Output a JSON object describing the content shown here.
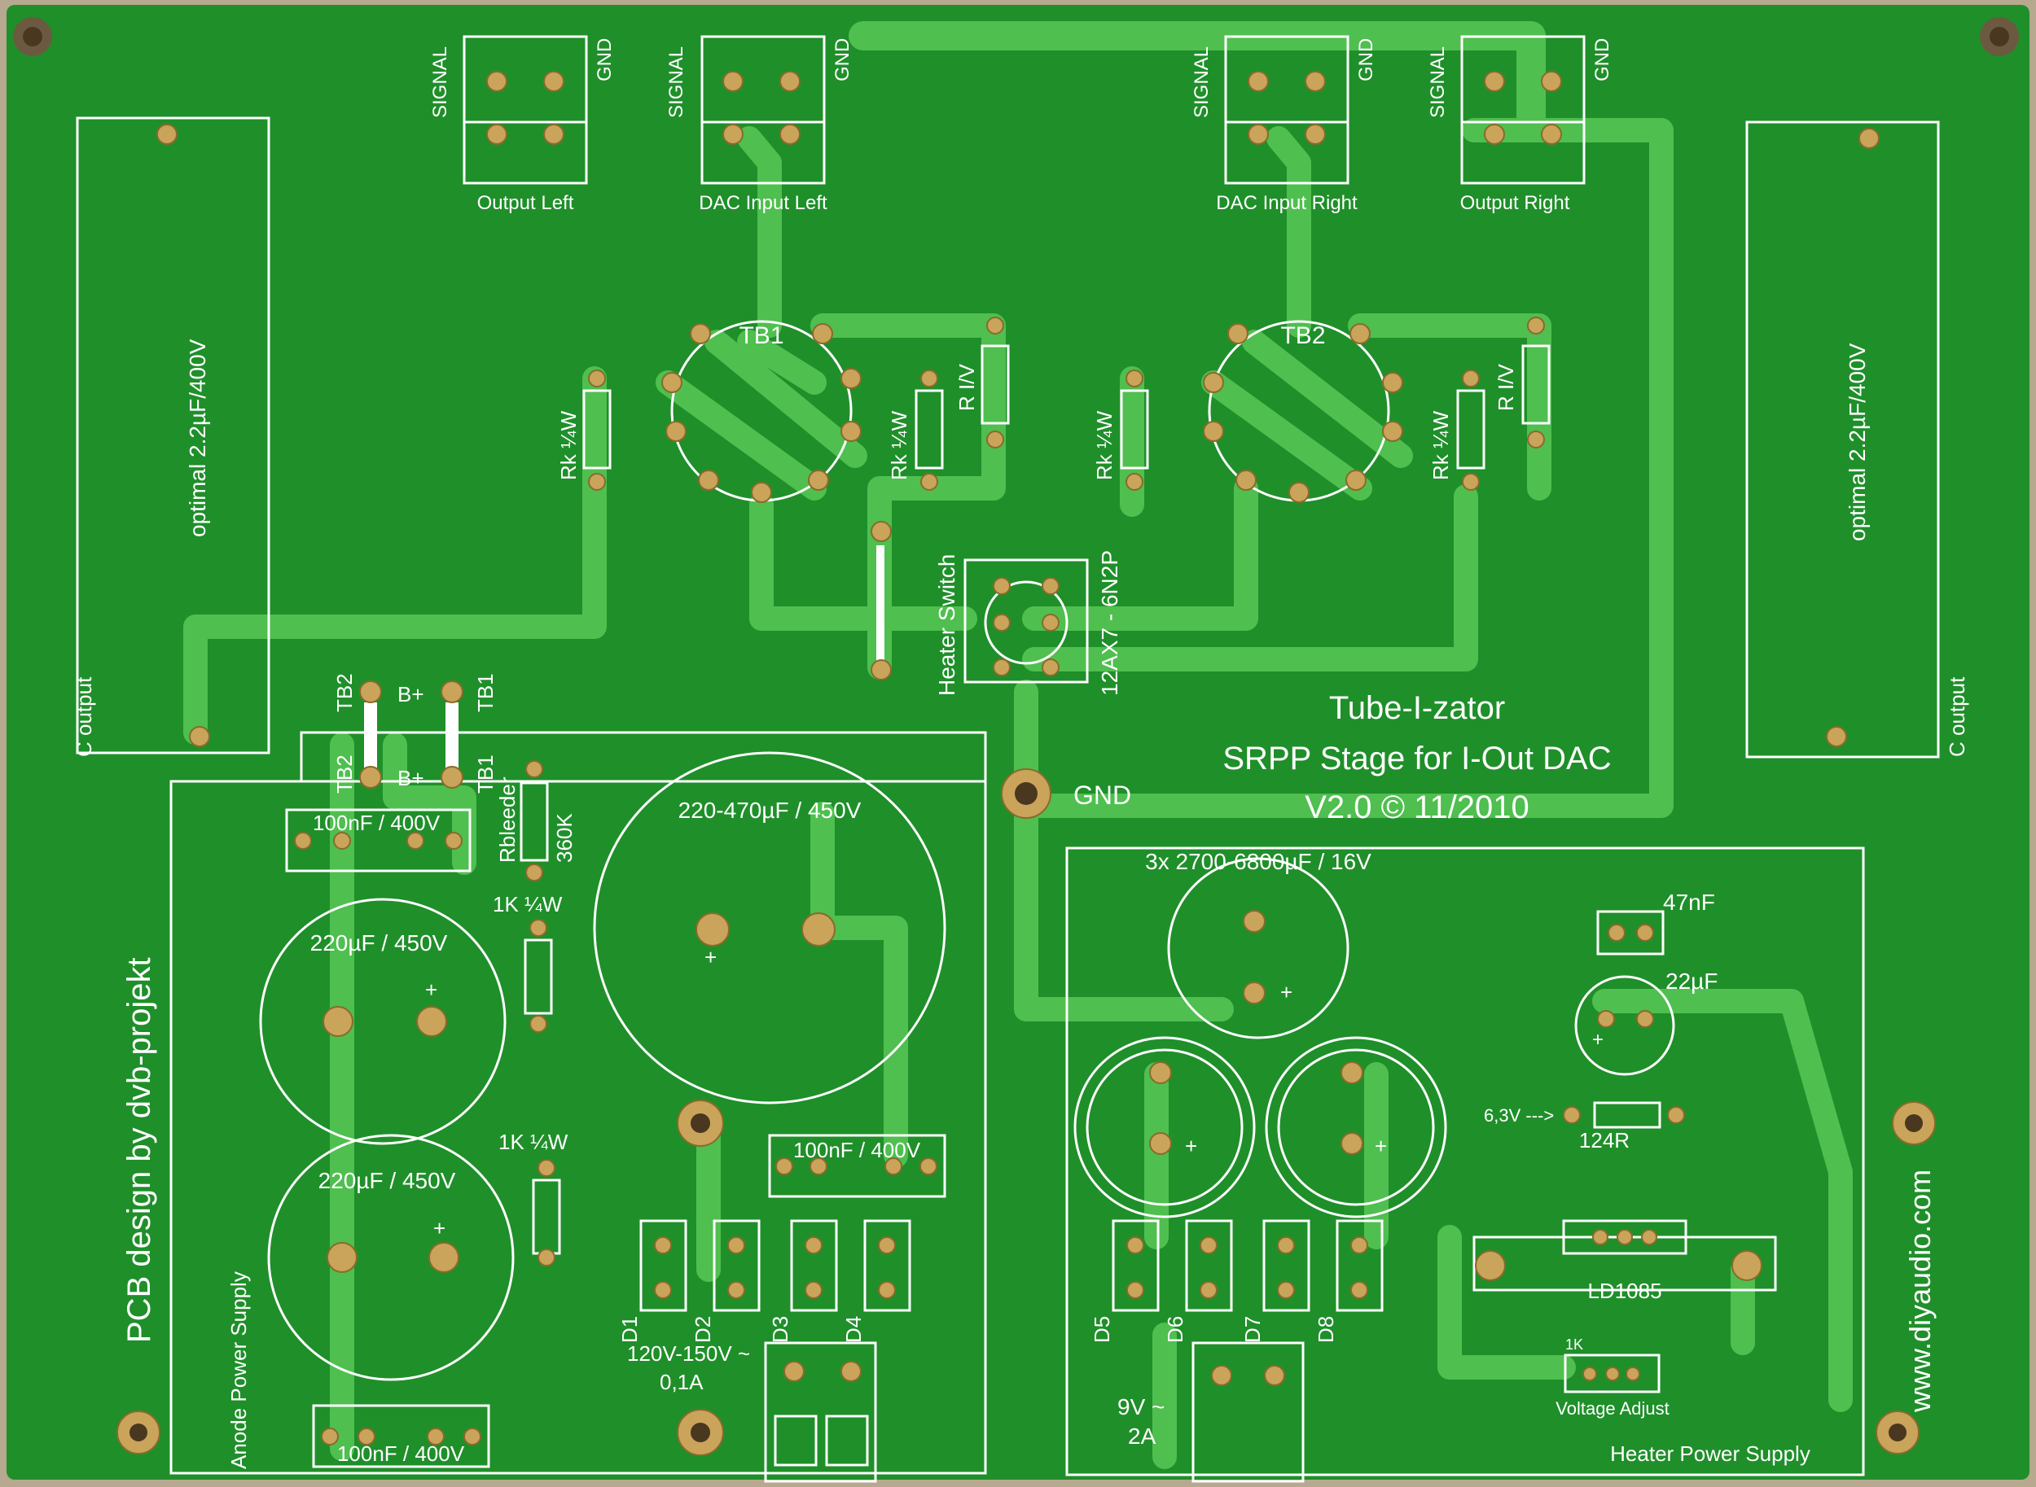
{
  "colors": {
    "background": "#b7a990",
    "solder_mask": "#1f8f2a",
    "trace": "#4fbf4f",
    "silkscreen": "#ffffff",
    "pad": "#c9a45a"
  },
  "connectors": {
    "output_left": {
      "label": "Output Left",
      "signal": "SIGNAL",
      "gnd": "GND"
    },
    "dac_input_left": {
      "label": "DAC Input Left",
      "signal": "SIGNAL",
      "gnd": "GND"
    },
    "dac_input_right": {
      "label": "DAC Input Right",
      "signal": "SIGNAL",
      "gnd": "GND"
    },
    "output_right": {
      "label": "Output Right",
      "signal": "SIGNAL",
      "gnd": "GND"
    }
  },
  "tubes": {
    "tb1": {
      "label": "TB1",
      "rk_left": "Rk ¼W",
      "rk_right": "Rk ¼W",
      "riv": "R I/V"
    },
    "tb2": {
      "label": "TB2",
      "rk_left": "Rk ¼W",
      "rk_right": "Rk ¼W",
      "riv": "R I/V"
    }
  },
  "c_output": {
    "left": {
      "cap": "optimal 2.2µF/400V",
      "label": "C output"
    },
    "right": {
      "cap": "optimal 2.2µF/400V",
      "label": "C output"
    }
  },
  "heater_switch": {
    "label": "Heater Switch",
    "tube_types": "12AX7 - 6N2P"
  },
  "title": {
    "name": "Tube-I-zator",
    "subtitle": "SRPP Stage for I-Out DAC",
    "version": "V2.0 © 11/2010"
  },
  "gnd": "GND",
  "anode_supply": {
    "tb2_top": "TB2",
    "bplus_top": "B+",
    "tb1_top": "TB1",
    "tb2_bottom": "TB2",
    "bplus_bottom": "B+",
    "tb1_bottom": "TB1",
    "cap_top": "100nF / 400V",
    "rbleeder": "Rbleeder",
    "rbleeder_val": "360K",
    "big_cap": "220-470µF / 450V",
    "r1": "1K ¼W",
    "r2": "1K ¼W",
    "cap1": "220µF / 450V",
    "cap2": "220µF / 450V",
    "cap_mid": "100nF / 400V",
    "cap_bottom": "100nF / 400V",
    "diodes": [
      "D1",
      "D2",
      "D3",
      "D4"
    ],
    "input": "120V-150V ~",
    "input_current": "0,1A",
    "section": "Anode Power Supply",
    "designer": "PCB design by dvb-projekt"
  },
  "heater_supply": {
    "caps": "3x 2700-6800µF / 16V",
    "c47": "47nF",
    "c22": "22µF",
    "v63": "6,3V --->",
    "r124": "124R",
    "regulator": "LD1085",
    "diodes": [
      "D5",
      "D6",
      "D7",
      "D8"
    ],
    "pot_value": "1K",
    "pot": "Voltage Adjust",
    "input": "9V ~",
    "input_current": "2A",
    "section": "Heater Power Supply",
    "website": "www.diyaudio.com"
  },
  "plus_sign": "+"
}
